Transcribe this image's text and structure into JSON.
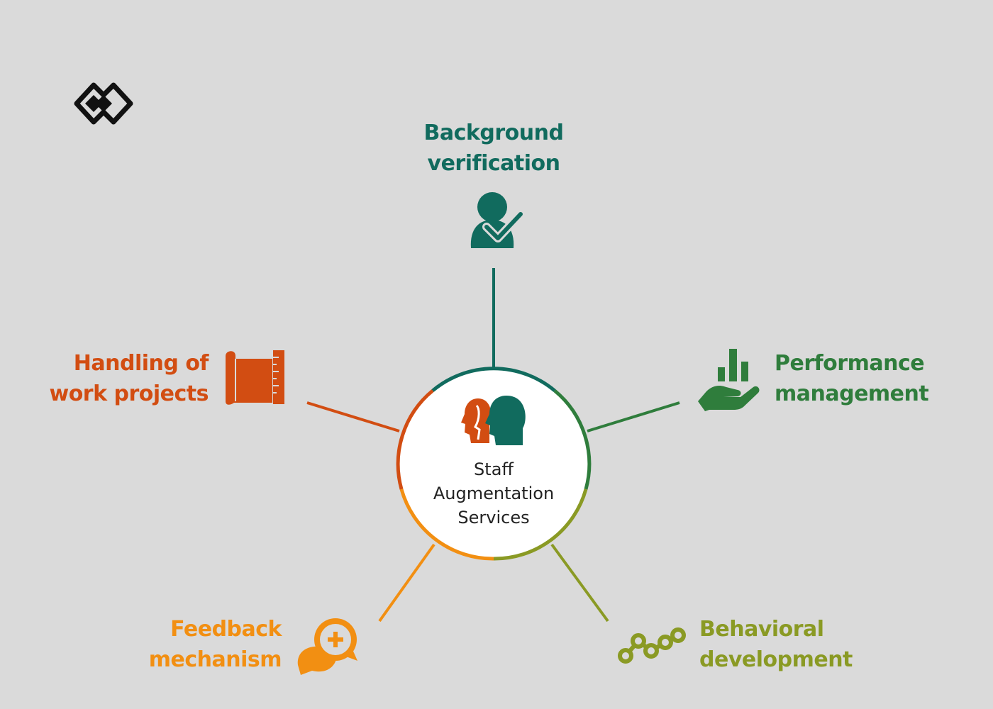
{
  "colors": {
    "background": "#dadada",
    "teal": "#116b5e",
    "green": "#2f7d3c",
    "olive": "#8a9a24",
    "orange": "#f28f12",
    "red_orange": "#d24d12",
    "center_fill": "#ffffff",
    "center_text": "#222222"
  },
  "logo": {
    "icon": "diamond-logo-icon"
  },
  "center": {
    "line1": "Staff",
    "line2": "Augmentation",
    "line3": "Services",
    "icon": "heads-icon"
  },
  "items": [
    {
      "id": "background",
      "line1": "Background",
      "line2": "verification",
      "icon": "person-check-icon"
    },
    {
      "id": "performance",
      "line1": "Performance",
      "line2": "management",
      "icon": "hand-chart-icon"
    },
    {
      "id": "behavioral",
      "line1": "Behavioral",
      "line2": "development",
      "icon": "network-path-icon"
    },
    {
      "id": "feedback",
      "line1": "Feedback",
      "line2": "mechanism",
      "icon": "chat-plus-icon"
    },
    {
      "id": "work",
      "line1": "Handling of",
      "line2": "work projects",
      "icon": "blueprint-ruler-icon"
    }
  ]
}
